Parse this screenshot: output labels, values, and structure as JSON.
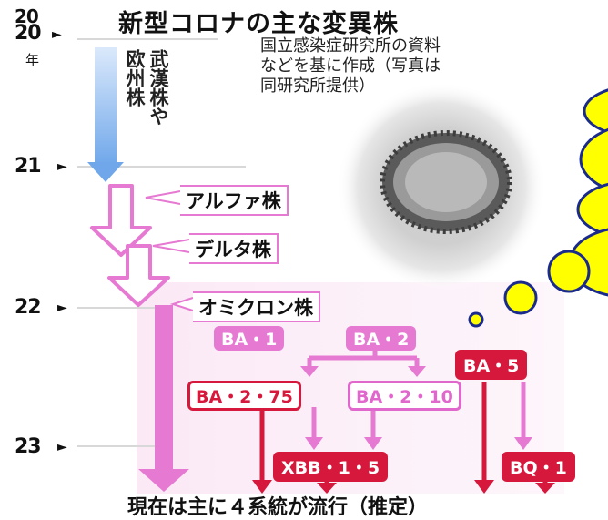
{
  "title": "新型コロナの主な変異株",
  "source": "国立感染症研究所の資料\nなどを基に作成（写真は\n同研究所提供）",
  "years": {
    "y2020_top": "20",
    "y2020": "20",
    "nen": "年",
    "y2021": "21",
    "y2022": "22",
    "y2023": "23"
  },
  "origin": {
    "col1": "欧州株",
    "col2": "武漢株や"
  },
  "variants": {
    "alpha": "アルファ株",
    "delta": "デルタ株",
    "omicron": "オミクロン株"
  },
  "sublineages": {
    "ba1": "BA・1",
    "ba2": "BA・2",
    "ba275": "BA・2・75",
    "ba210": "BA・2・10",
    "ba5": "BA・5",
    "xbb15": "XBB・1・5",
    "bq1": "BQ・1"
  },
  "footer": "現在は主に４系統が流行（推定）",
  "colors": {
    "blue_arrow": "#8ab8f0",
    "pink": "#e67ad2",
    "red": "#d5183b",
    "bubble": "#ffff00",
    "bubble_stroke": "#1a2b8c"
  },
  "icons": {
    "photo": "coronavirus-micrograph",
    "callout": "thought-bubble"
  }
}
